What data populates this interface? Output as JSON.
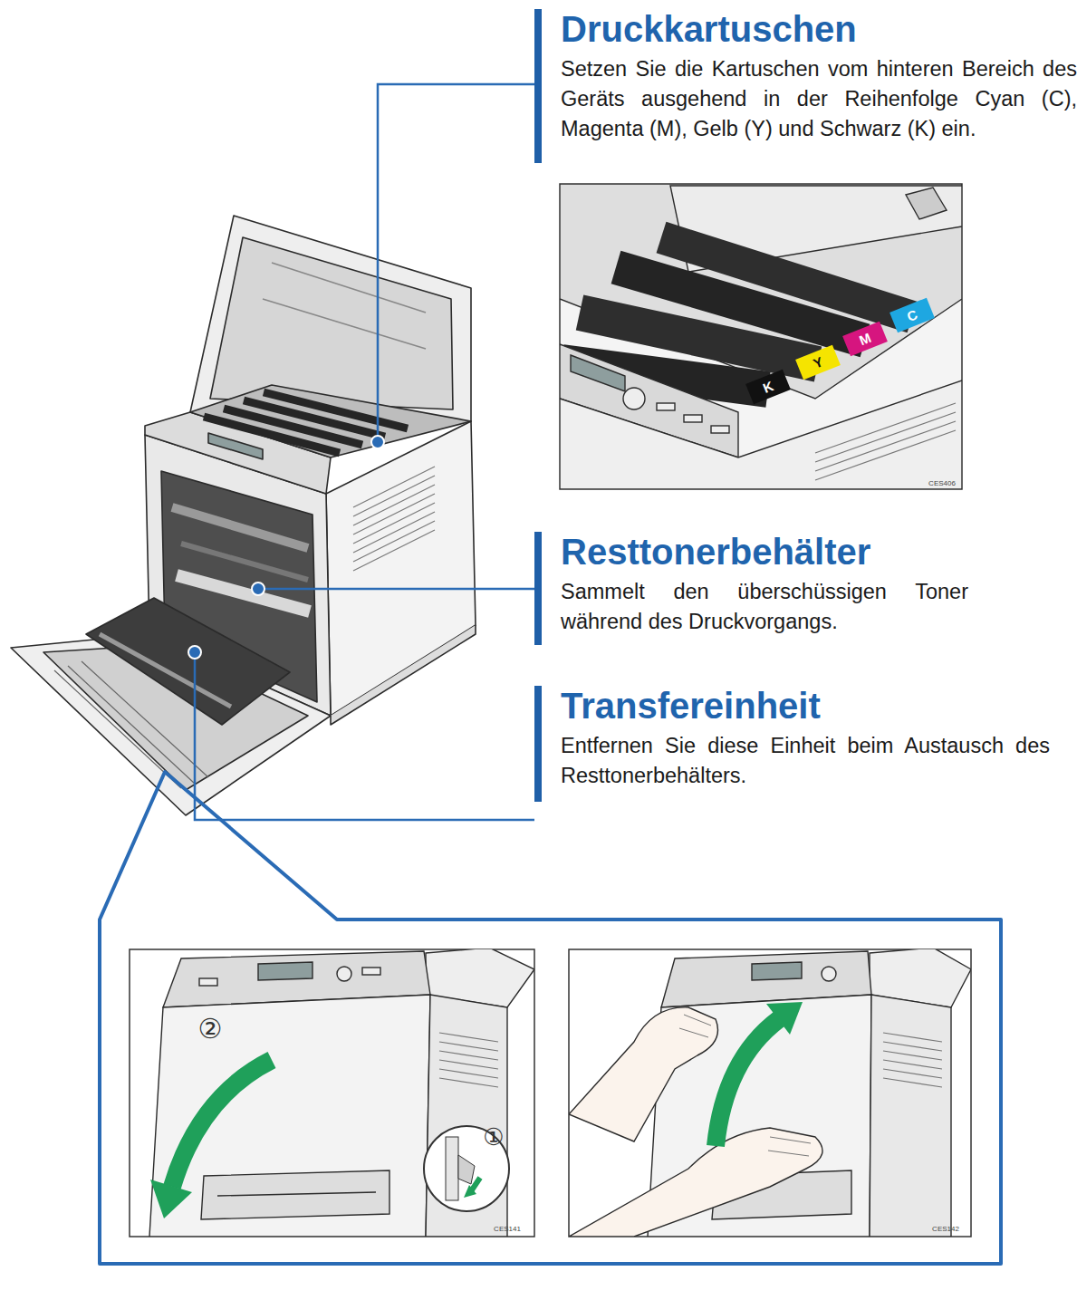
{
  "diagram": {
    "nodes": [
      {
        "text": [
          "Druckkartuschen",
          "Setzen Sie die Kartuschen vom hinteren Bereich des Geräts ausgehend in der Reihenfolge Cyan (C), Magenta (M), Gelb (Y) und Schwarz (K) ein."
        ]
      },
      {
        "text": [
          "Resttonerbehälter",
          "Sammelt den überschüssigen Toner während des Druckvorgangs."
        ]
      },
      {
        "text": [
          "Transfereinheit",
          "Entfernen Sie diese Einheit beim Austausch des Resttonerbehälters."
        ]
      }
    ],
    "labels": [
      "K",
      "Y",
      "M",
      "C",
      "CES406",
      "②",
      "①",
      "CES141",
      "CES142"
    ]
  }
}
